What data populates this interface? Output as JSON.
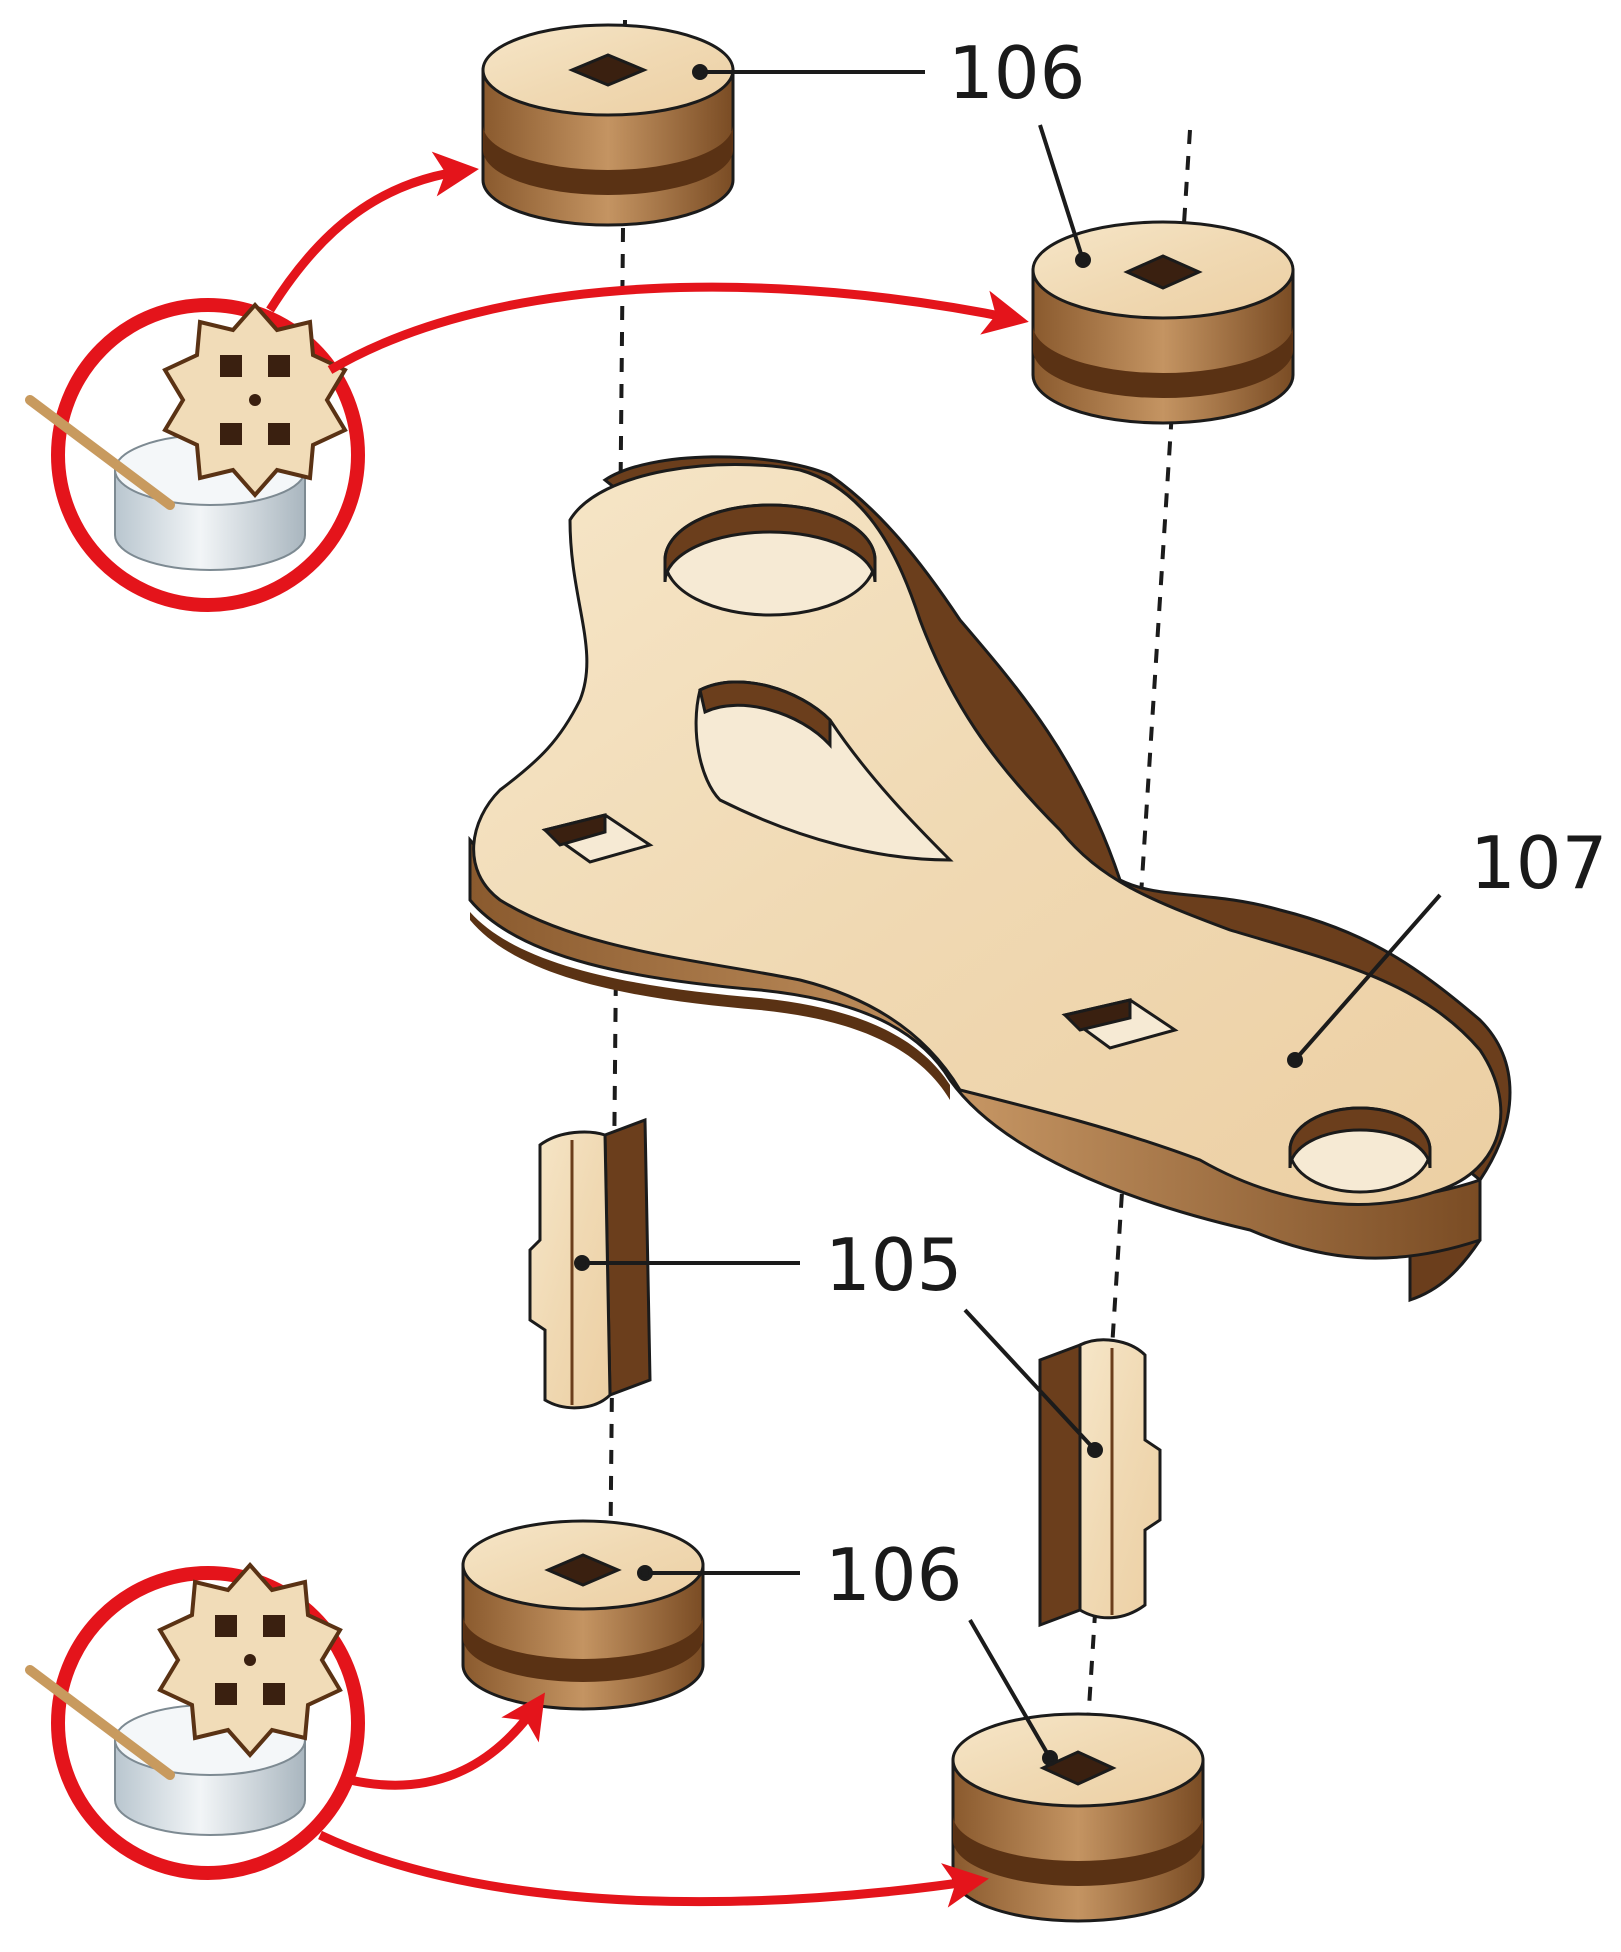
{
  "callouts": {
    "spool_top_left": "106",
    "spool_top_right": "106",
    "arm_plate": "107",
    "pin_left": "105",
    "spool_bottom_left": "106"
  },
  "icons": {
    "glue_pot": "glue-pot-with-toothpick",
    "gear": "wax-gear"
  },
  "colors": {
    "arrow_red": "#e4141b",
    "wood_face": "#f1dcb8",
    "wood_side_light": "#b98852",
    "wood_side_dark": "#6b3e1c",
    "outline": "#1b1b1b"
  }
}
